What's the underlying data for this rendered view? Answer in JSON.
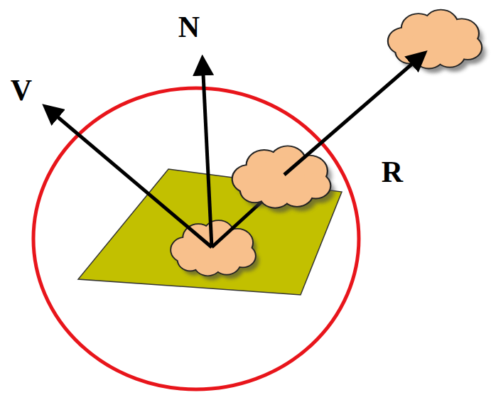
{
  "diagram": {
    "labels": [
      "V",
      "N",
      "R"
    ]
  }
}
